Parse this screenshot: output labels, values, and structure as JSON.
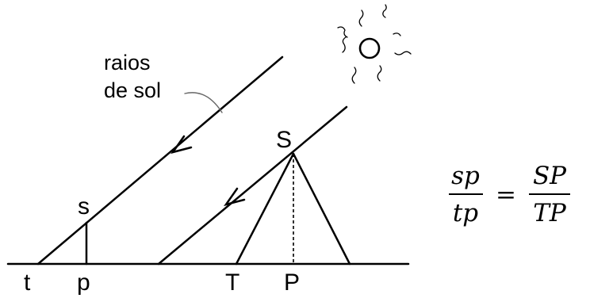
{
  "diagram": {
    "annotation": {
      "line1": "raios",
      "line2": "de sol"
    },
    "labels": {
      "small_top": "s",
      "big_top": "S",
      "t": "t",
      "p": "p",
      "T": "T",
      "P": "P"
    },
    "icons": {
      "sun": "sun-icon"
    }
  },
  "formula": {
    "left_numerator": "sp",
    "left_denominator": "tp",
    "equals": "=",
    "right_numerator": "SP",
    "right_denominator": "TP"
  }
}
